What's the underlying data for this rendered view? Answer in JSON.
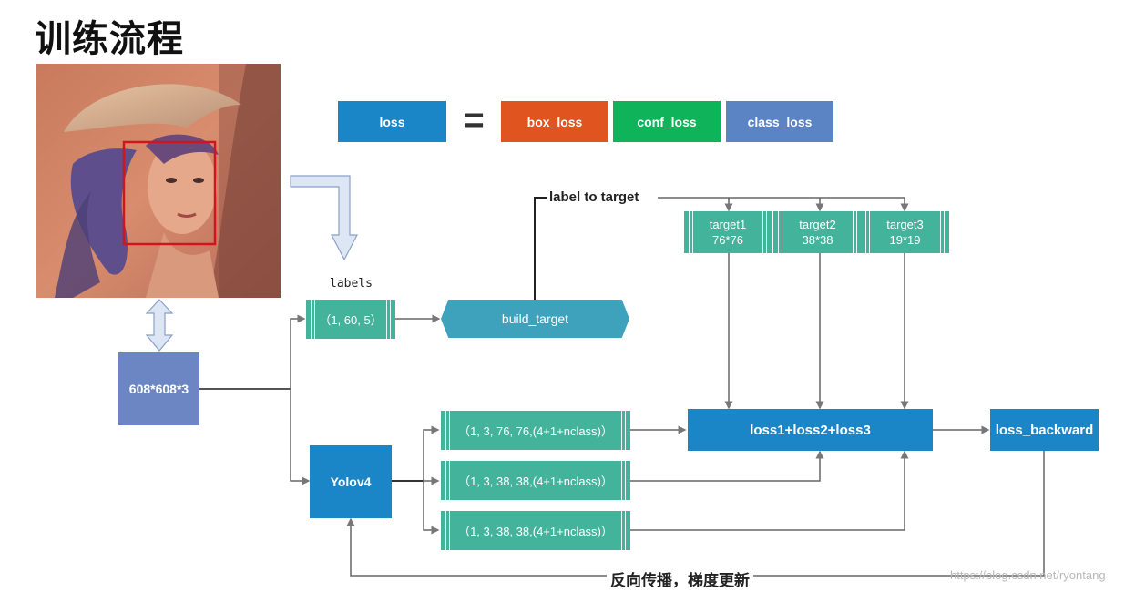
{
  "title": "训练流程",
  "equation": {
    "loss": "loss",
    "equals": "=",
    "box_loss": "box_loss",
    "conf_loss": "conf_loss",
    "class_loss": "class_loss",
    "colors": {
      "loss": "#1a86c8",
      "box_loss": "#e0541f",
      "conf_loss": "#0fb35a",
      "class_loss": "#5b84c4"
    }
  },
  "input_image": {
    "size_label": "608*608*3"
  },
  "labels": {
    "caption": "labels",
    "shape": "（1, 60, 5）"
  },
  "build_target": {
    "label": "build_target"
  },
  "label_to_target": "label to target",
  "targets": [
    {
      "name": "target1",
      "size": "76*76"
    },
    {
      "name": "target2",
      "size": "38*38"
    },
    {
      "name": "target3",
      "size": "19*19"
    }
  ],
  "model": {
    "label": "Yolov4"
  },
  "outputs": [
    "（1, 3, 76, 76,(4+1+nclass)）",
    "（1, 3, 38, 38,(4+1+nclass)）",
    "（1, 3, 38, 38,(4+1+nclass)）"
  ],
  "loss_sum": {
    "label": "loss1+loss2+loss3"
  },
  "loss_backward": {
    "label": "loss_backward"
  },
  "backprop_caption": "反向传播，梯度更新",
  "watermark": "https://blog.csdn.net/ryontang"
}
